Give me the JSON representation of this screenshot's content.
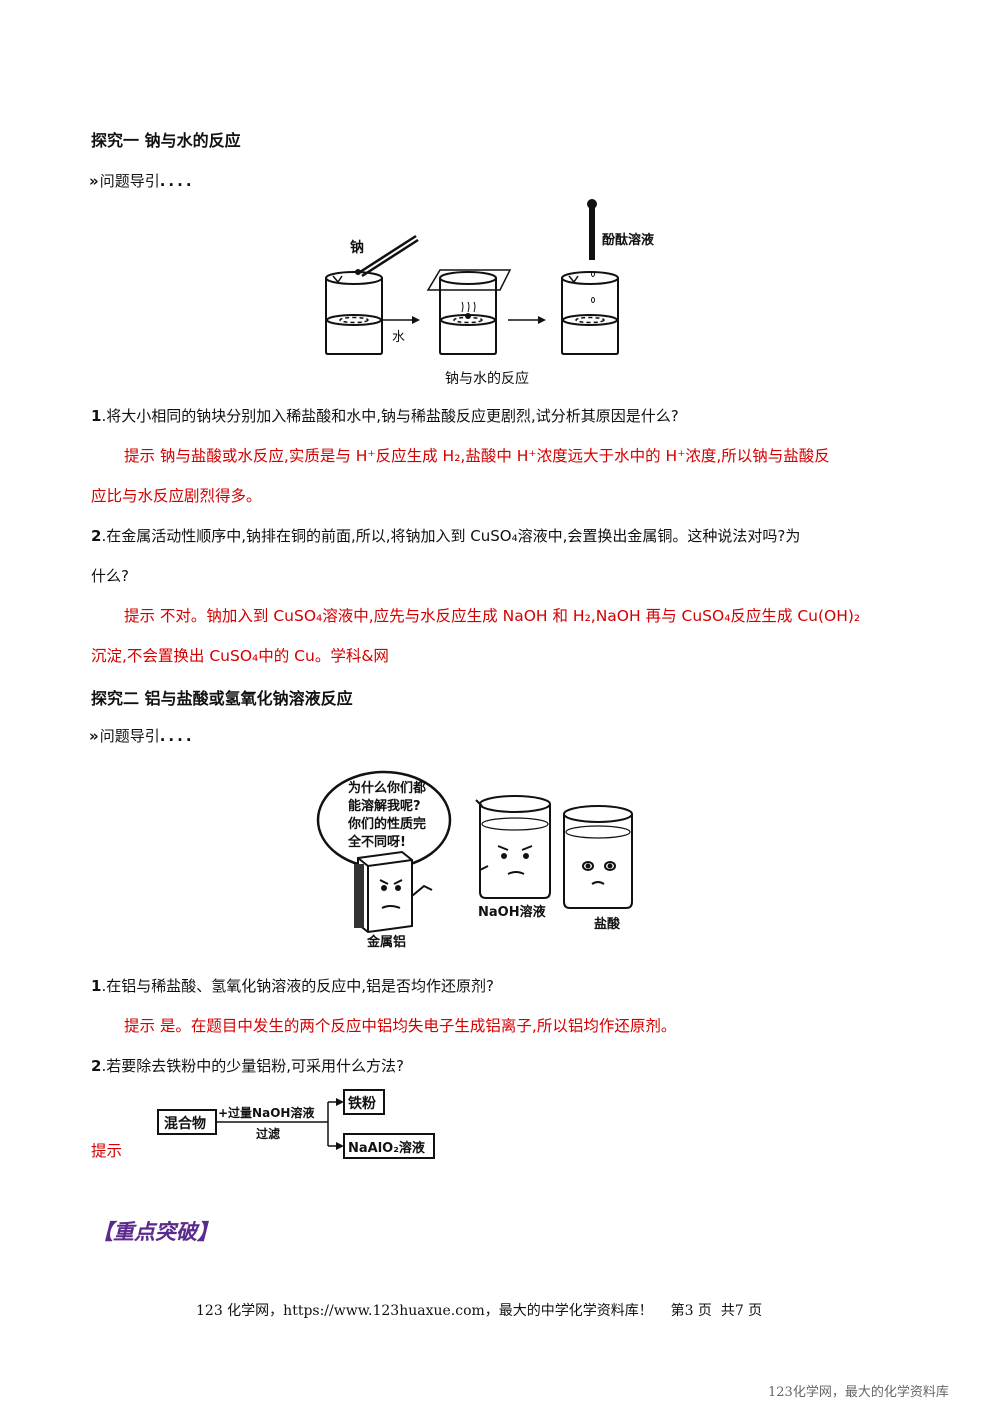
{
  "section1": {
    "title": "探究一  钠与水的反应",
    "guide": "问题导引",
    "guide_dots": "....",
    "figure": {
      "label_sodium": "钠",
      "label_water": "水",
      "label_phenol": "酚酞溶液",
      "caption": "钠与水的反应"
    },
    "q1": {
      "num": "1",
      "text": ".将大小相同的钠块分别加入稀盐酸和水中,钠与稀盐酸反应更剧烈,试分析其原因是什么?"
    },
    "a1": {
      "line1": "提示  钠与盐酸或水反应,实质是与 H⁺反应生成 H₂,盐酸中 H⁺浓度远大于水中的 H⁺浓度,所以钠与盐酸反",
      "line2": "应比与水反应剧烈得多。"
    },
    "q2": {
      "num": "2",
      "line1": ".在金属活动性顺序中,钠排在铜的前面,所以,将钠加入到 CuSO₄溶液中,会置换出金属铜。这种说法对吗?为",
      "line2": "什么?"
    },
    "a2": {
      "line1": "提示  不对。钠加入到 CuSO₄溶液中,应先与水反应生成 NaOH 和 H₂,NaOH 再与 CuSO₄反应生成 Cu(OH)₂",
      "line2": "沉淀,不会置换出 CuSO₄中的 Cu。学科&网"
    }
  },
  "section2": {
    "title": "探究二  铝与盐酸或氢氧化钠溶液反应",
    "guide": "问题导引",
    "guide_dots": "....",
    "cartoon": {
      "bubble_lines": [
        "为什么你们都",
        "能溶解我呢?",
        "你们的性质完",
        "全不同呀!"
      ],
      "label_al": "金属铝",
      "label_naoh": "NaOH溶液",
      "label_hcl": "盐酸"
    },
    "q1": {
      "num": "1",
      "text": ".在铝与稀盐酸、氢氧化钠溶液的反应中,铝是否均作还原剂?"
    },
    "a1": "提示  是。在题目中发生的两个反应中铝均失电子生成铝离子,所以铝均作还原剂。",
    "q2": {
      "num": "2",
      "text": ".若要除去铁粉中的少量铝粉,可采用什么方法?"
    },
    "a2_label": "提示",
    "flow": {
      "mixture": "混合物",
      "reagent": "+过量NaOH溶液",
      "operation": "过滤",
      "product1": "铁粉",
      "product2": "NaAlO₂溶液"
    }
  },
  "focus_heading": "【重点突破】",
  "footer": "123 化学网，https://www.123huaxue.com，最大的中学化学资料库！    第3 页  共7 页",
  "watermark": "123化学网，最大的化学资料库"
}
